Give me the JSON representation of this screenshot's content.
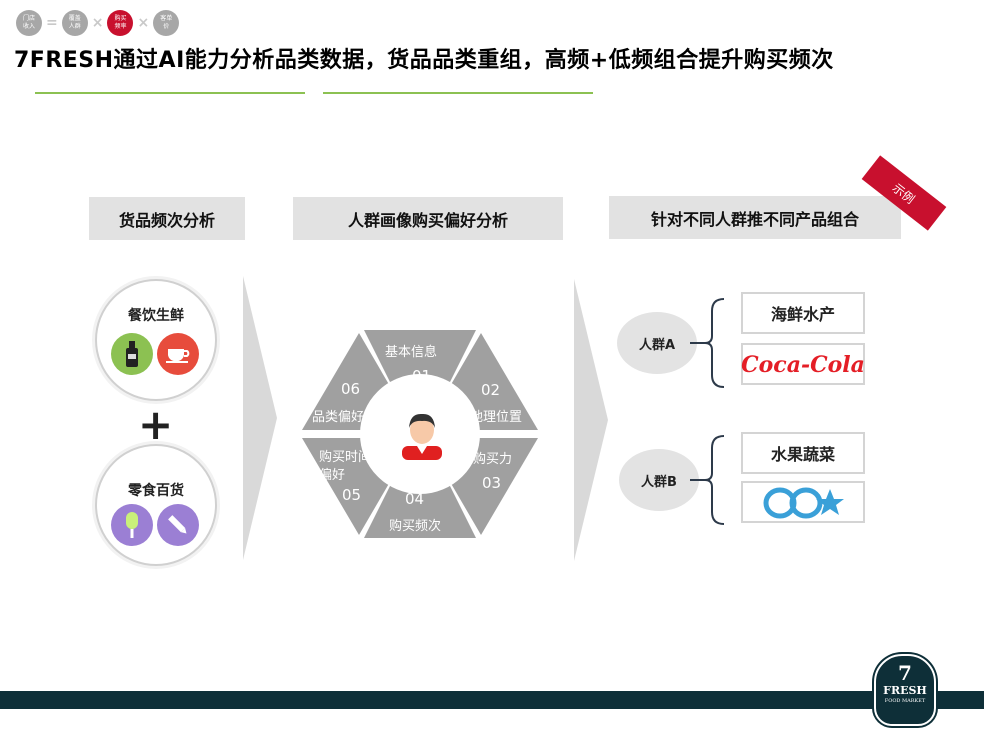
{
  "breadcrumb": {
    "items": [
      {
        "line1": "门店",
        "line2": "收入",
        "active": false
      },
      {
        "line1": "覆盖",
        "line2": "人群",
        "active": false
      },
      {
        "line1": "购买",
        "line2": "频率",
        "active": true
      },
      {
        "line1": "客单",
        "line2": "价",
        "active": false
      }
    ],
    "operators": [
      "=",
      "×",
      "×"
    ]
  },
  "title": "7FRESH通过AI能力分析品类数据，货品品类重组，高频+低频组合提升购买频次",
  "columns": {
    "col1_header": "货品频次分析",
    "col2_header": "人群画像购买偏好分析",
    "col3_header": "针对不同人群推不同产品组合"
  },
  "example_ribbon": "示例",
  "categories": {
    "top": {
      "label": "餐饮生鲜",
      "icons": [
        "bottle-icon",
        "cup-icon"
      ]
    },
    "plus": "+",
    "bottom": {
      "label": "零食百货",
      "icons": [
        "popsicle-icon",
        "pencil-icon"
      ]
    }
  },
  "hexagon": {
    "center_icon": "user-avatar-icon",
    "segments": [
      {
        "label": "基本信息",
        "num": "01"
      },
      {
        "label": "地理位置",
        "num": "02"
      },
      {
        "label": "购买力",
        "num": "03"
      },
      {
        "label": "购买频次",
        "num": "04"
      },
      {
        "label_line1": "购买时间",
        "label_line2": "偏好",
        "num": "05"
      },
      {
        "label": "品类偏好",
        "num": "06"
      }
    ]
  },
  "groups": [
    {
      "name": "人群A",
      "products": [
        "海鲜水产",
        "Coca-Cola"
      ]
    },
    {
      "name": "人群B",
      "products": [
        "水果蔬菜",
        "QQ星"
      ]
    }
  ],
  "logo": {
    "num": "7",
    "name": "FRESH",
    "tag": "FOOD MARKET"
  },
  "colors": {
    "accent_red": "#c8102e",
    "green_rule": "#8cc152",
    "hex_gray": "#a0a0a0",
    "footer": "#0e2f38"
  }
}
